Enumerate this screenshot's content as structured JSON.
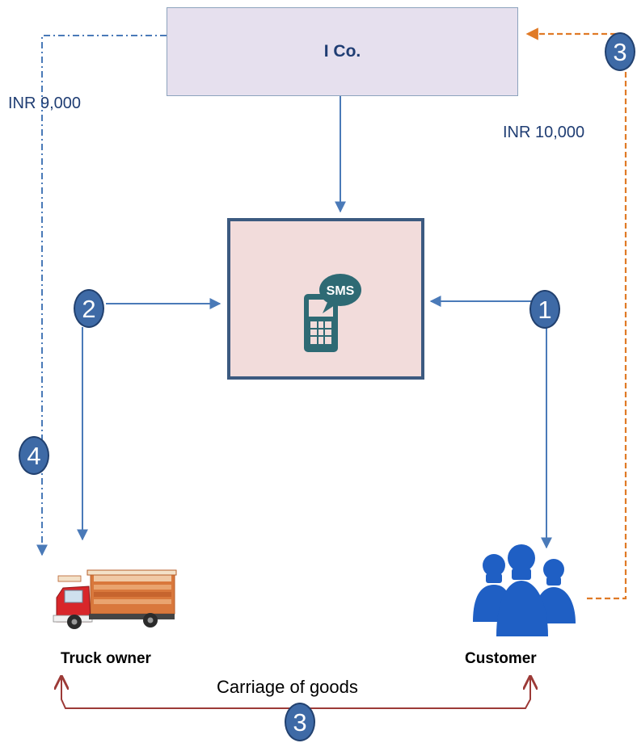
{
  "nodes": {
    "ico": "I Co.",
    "truck_owner": "Truck owner",
    "customer": "Customer"
  },
  "sms_icon": {
    "bubble_text": "SMS",
    "icon": "sms-phone-icon"
  },
  "steps": {
    "step1": "1",
    "step2": "2",
    "step3_top": "3",
    "step3_bottom": "3",
    "step4": "4"
  },
  "flows": {
    "payment_to_truck_owner": "INR 9,000",
    "payment_from_customer": "INR 10,000",
    "carriage": "Carriage of goods"
  },
  "colors": {
    "blue_line": "#4a7ab8",
    "orange_dashed": "#e07a26",
    "brown_line": "#9c3a37",
    "badge_fill": "#3e6aa6",
    "sms_box_fill": "#f2dcdb",
    "ico_box_fill": "#e6e0ee",
    "customer_icon": "#1f5fc4"
  }
}
